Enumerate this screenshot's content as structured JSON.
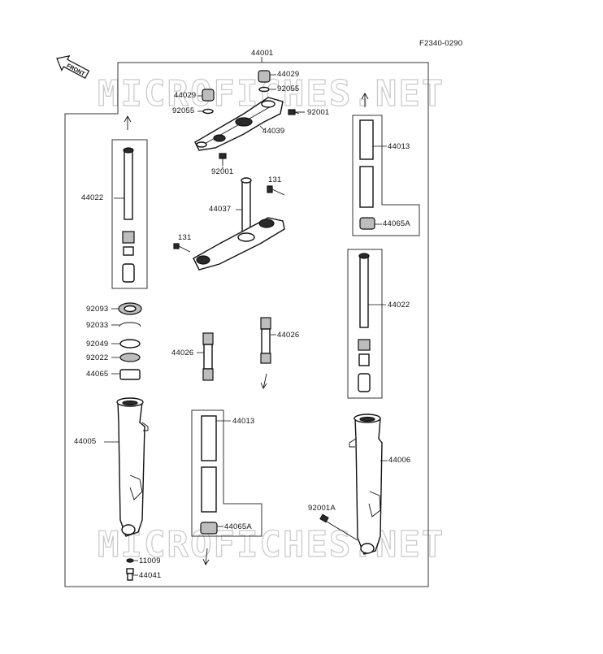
{
  "diagram_code": "F2340-0290",
  "front_label": "FRONT",
  "watermark_text": "MICROFICHES.NET",
  "labels": {
    "p44001": "44001",
    "p44029a": "44029",
    "p92055a": "92055",
    "p44029b": "44029",
    "p92055b": "92055",
    "p92001a": "92001",
    "p44039": "44039",
    "p92001b": "92001",
    "p131a": "131",
    "p44037": "44037",
    "p131b": "131",
    "p44022a": "44022",
    "p44013a": "44013",
    "p44065Aa": "44065A",
    "p44022b": "44022",
    "p92093": "92093",
    "p92033": "92033",
    "p92049": "92049",
    "p92022": "92022",
    "p44065": "44065",
    "p44026a": "44026",
    "p44026b": "44026",
    "p44005": "44005",
    "p44013b": "44013",
    "p44065Ab": "44065A",
    "p44006": "44006",
    "p92001A": "92001A",
    "p11009": "11009",
    "p44041": "44041"
  }
}
